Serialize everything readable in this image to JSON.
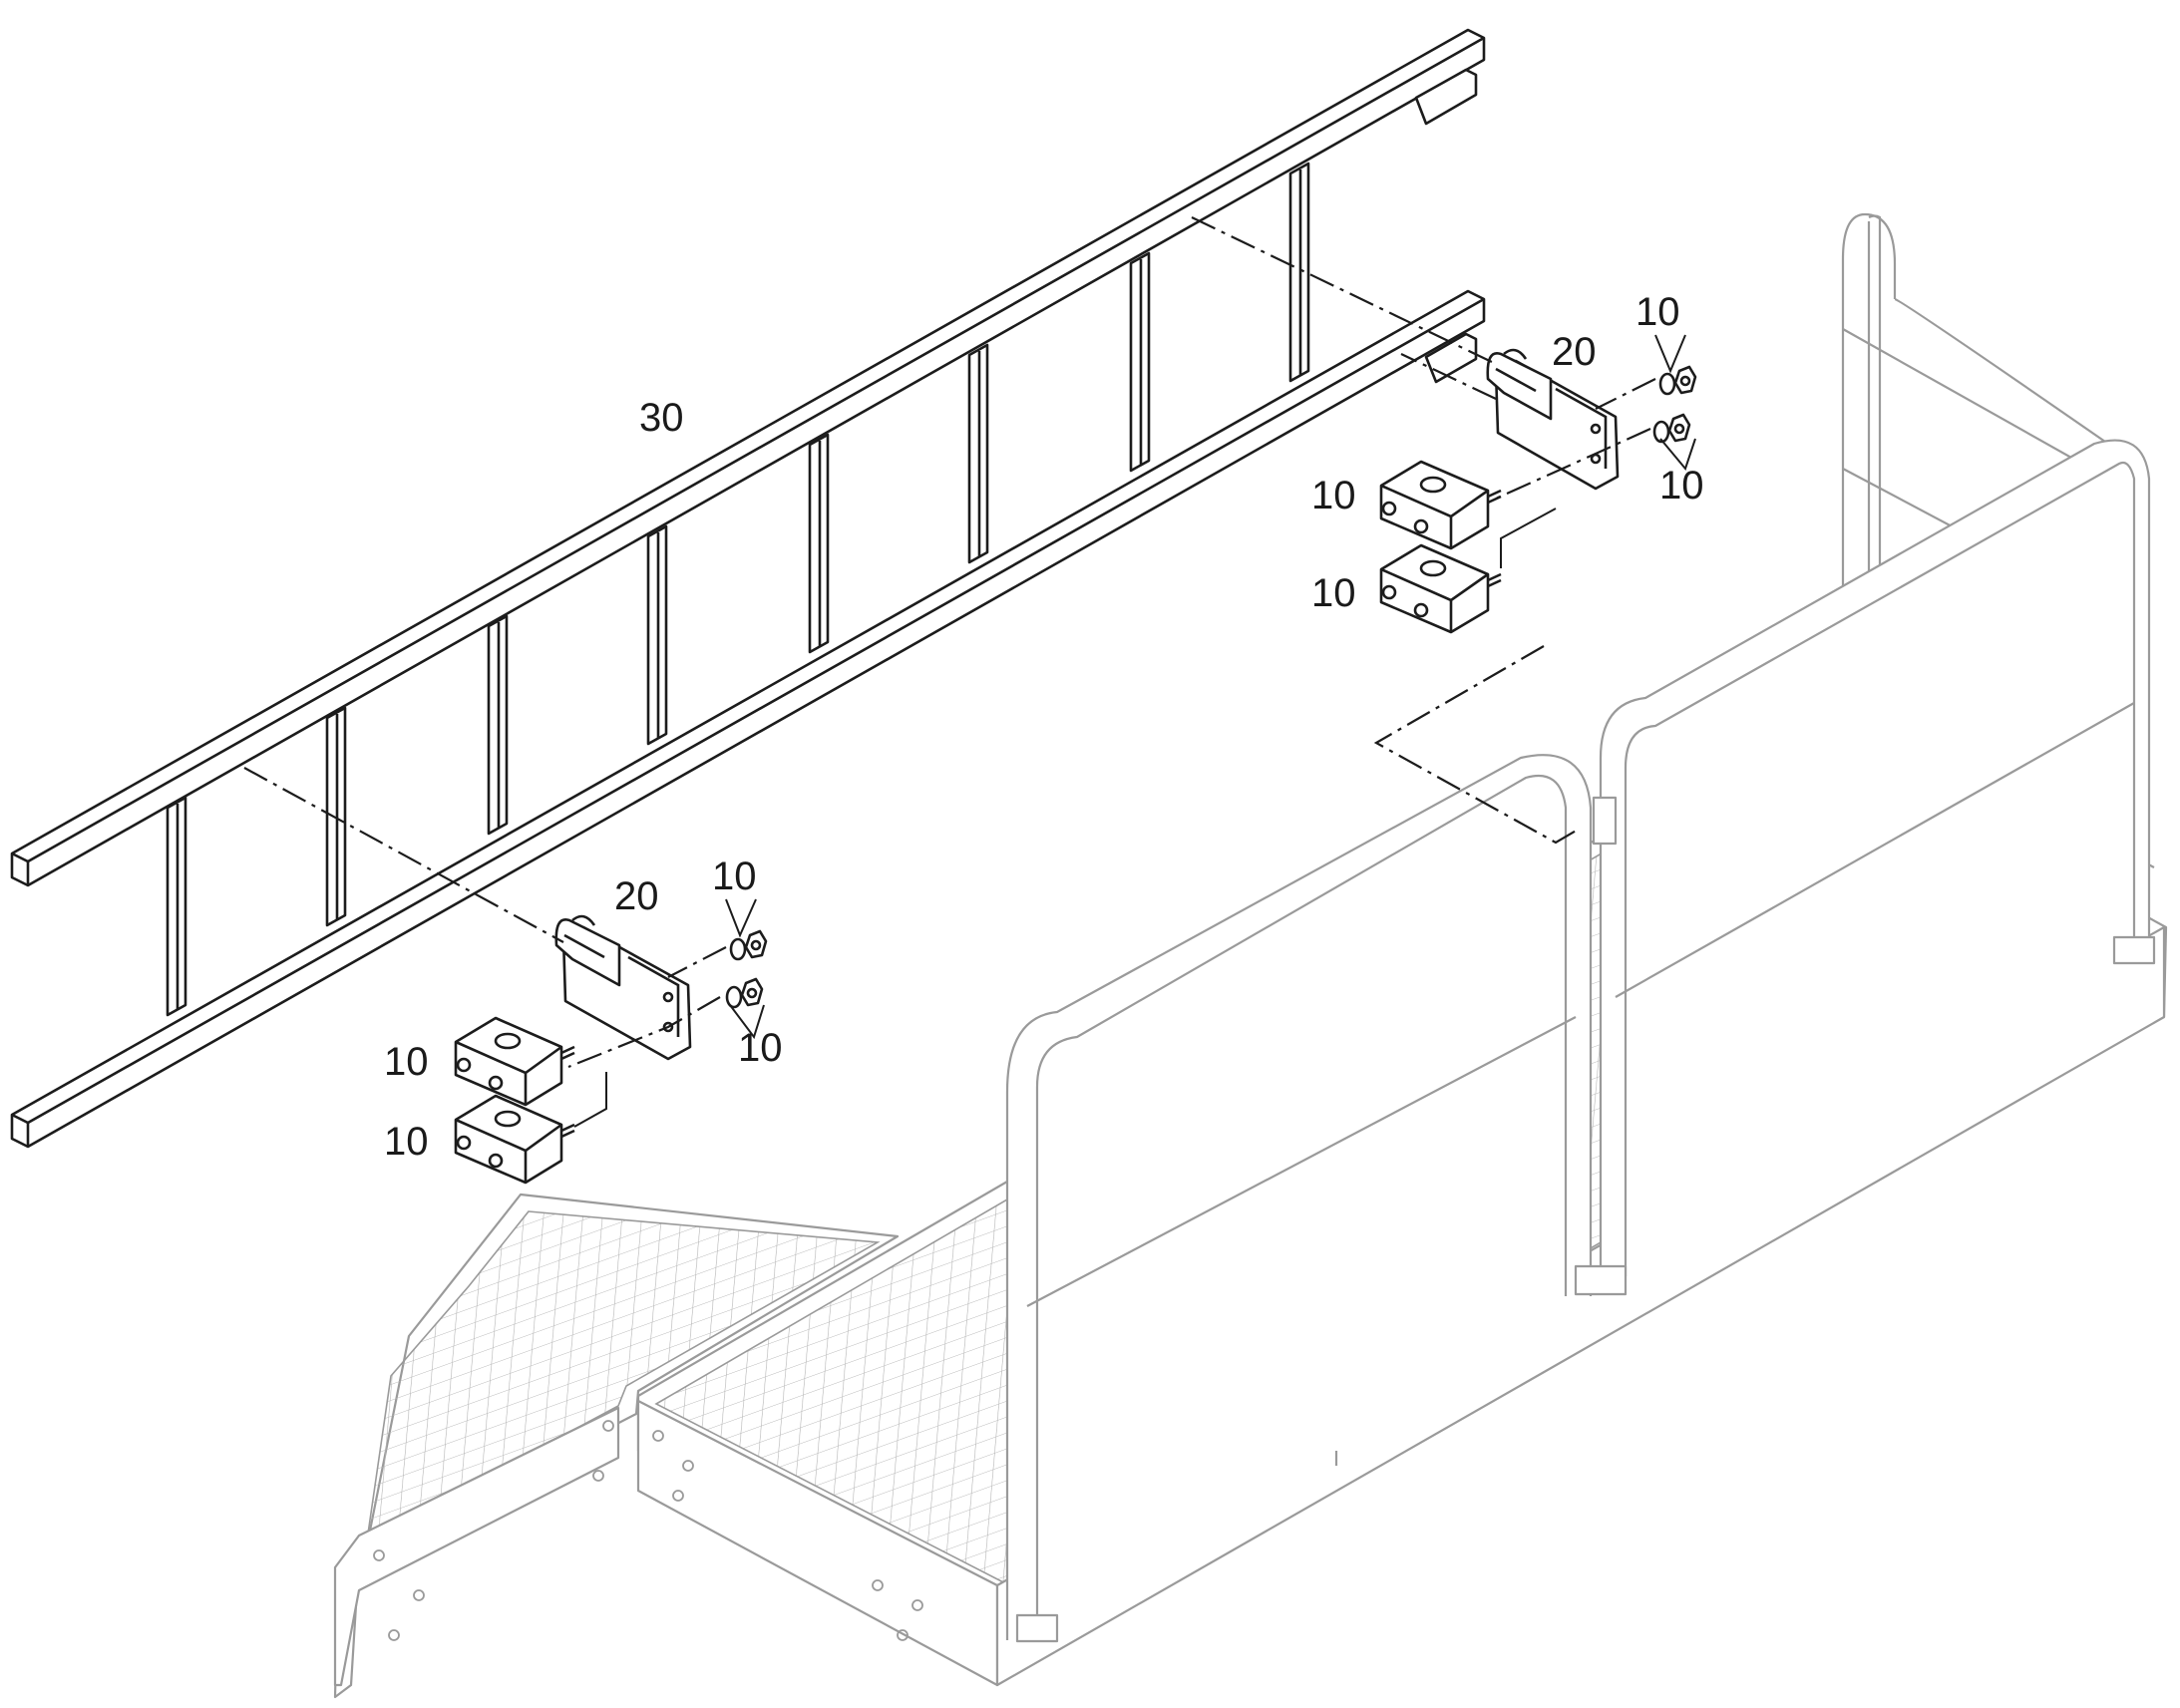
{
  "callouts": [
    {
      "id": "ladder",
      "text": "30"
    },
    {
      "id": "hook-upper",
      "text": "20"
    },
    {
      "id": "hook-lower",
      "text": "20"
    },
    {
      "id": "nuts-upper-top",
      "text": "10"
    },
    {
      "id": "nuts-upper-bottom",
      "text": "10"
    },
    {
      "id": "clamp-upper-1",
      "text": "10"
    },
    {
      "id": "clamp-upper-2",
      "text": "10"
    },
    {
      "id": "nuts-lower-top",
      "text": "10"
    },
    {
      "id": "nuts-lower-bottom",
      "text": "10"
    },
    {
      "id": "clamp-lower-1",
      "text": "10"
    },
    {
      "id": "clamp-lower-2",
      "text": "10"
    }
  ]
}
